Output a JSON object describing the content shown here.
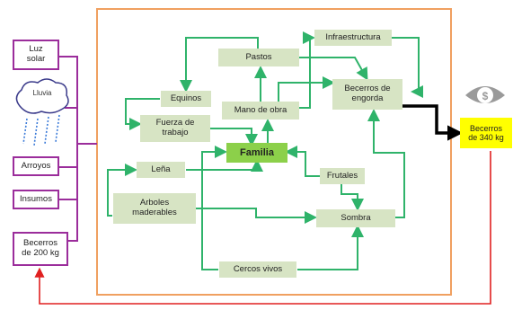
{
  "external_inputs": {
    "luz_solar": "Luz\nsolar",
    "lluvia": "Lluvia",
    "arroyos": "Arroyos",
    "insumos": "Insumos",
    "becerros_in": "Becerros\nde 200 kg"
  },
  "nodes": {
    "infraestructura": "Infraestructura",
    "pastos": "Pastos",
    "equinos": "Equinos",
    "fuerza_trabajo": "Fuerza de\ntrabajo",
    "mano_obra": "Mano de obra",
    "becerros_engorda": "Becerros de\nengorda",
    "familia": "Familia",
    "lena": "Leña",
    "frutales": "Frutales",
    "arboles": "Arboles\nmaderables",
    "sombra": "Sombra",
    "cercos": "Cercos vivos"
  },
  "output": {
    "becerros_out": "Becerros\nde 340 kg",
    "icon": "money-eye-icon"
  },
  "colors": {
    "system_border": "#f0a060",
    "external_border": "#9b2d9b",
    "arrow_green": "#2fb36a",
    "node_fill": "#d7e4c4",
    "familia_fill": "#8cd04a",
    "output_fill": "#ffff00",
    "return_line": "#e02020",
    "output_arrow": "#000000"
  }
}
